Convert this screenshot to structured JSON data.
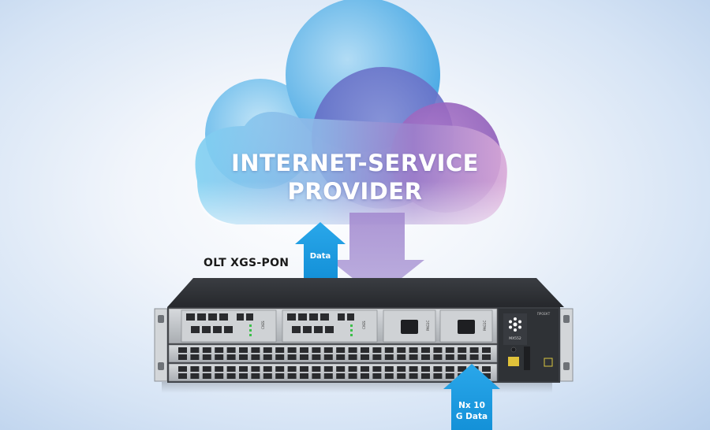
{
  "cloud": {
    "title_line1": "INTERNET-SERVICE",
    "title_line2": "PROVIDER"
  },
  "device": {
    "label": "OLT XGS-PON",
    "model": "MX552",
    "brand_mark": "ПРОЕКТ"
  },
  "cards": {
    "card1": "CXES",
    "card2": "CXES",
    "psu1": "PAG1C",
    "psu2": "PAG1C"
  },
  "arrows": {
    "up_label": "Data",
    "nx_label_line1": "Nx 10",
    "nx_label_line2": "G Data"
  },
  "colors": {
    "arrow_blue": "#1aa0e6",
    "arrow_purple": "#a38fd0",
    "chassis_dark": "#2b2e33",
    "chassis_silver": "#b8bcc1"
  }
}
